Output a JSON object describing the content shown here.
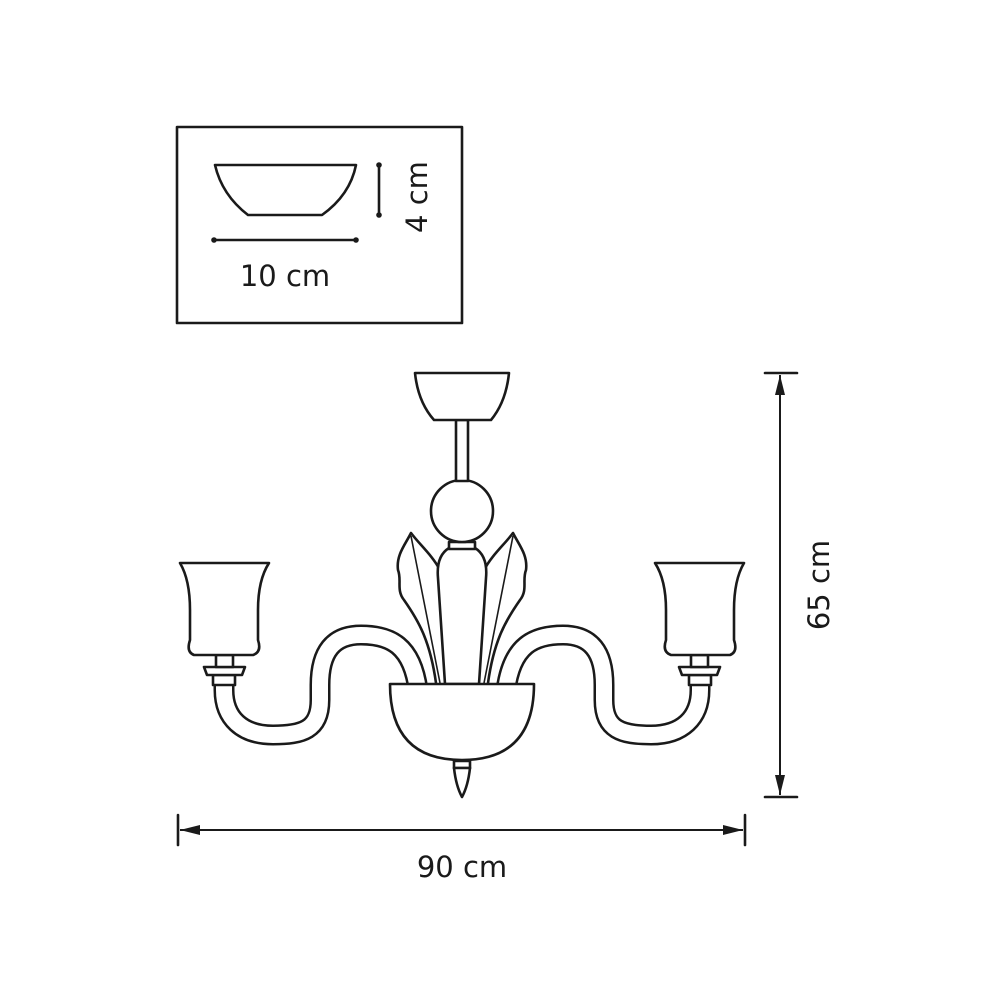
{
  "inset": {
    "width_label": "10 cm",
    "height_label": "4 cm"
  },
  "dimensions": {
    "height_label": "65 cm",
    "width_label": "90 cm"
  },
  "colors": {
    "line": "#1a1a1a",
    "background": "#ffffff"
  }
}
